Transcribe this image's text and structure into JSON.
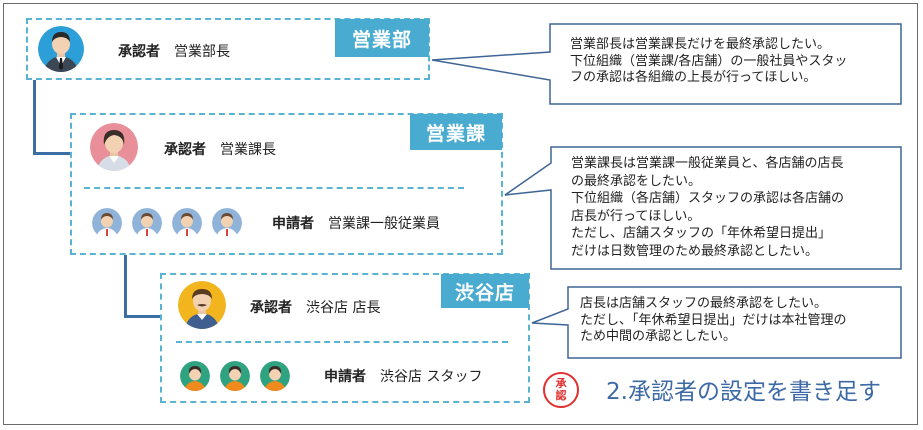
{
  "orgs": {
    "eigyobu": {
      "tag": "営業部",
      "approver_label": "承認者",
      "approver": "営業部長"
    },
    "eigyoka": {
      "tag": "営業課",
      "approver_label": "承認者",
      "approver": "営業課長",
      "applicant_label": "申請者",
      "applicant": "営業課一般従業員"
    },
    "shibuya": {
      "tag": "渋谷店",
      "approver_label": "承認者",
      "approver": "渋谷店 店長",
      "applicant_label": "申請者",
      "applicant": "渋谷店 スタッフ"
    }
  },
  "callouts": {
    "c1": [
      "営業部長は営業課長だけを最終承認したい。",
      "下位組織（営業課/各店舗）の一般社員やスタッ",
      "フの承認は各組織の上長が行ってほしい。"
    ],
    "c2": [
      "営業課長は営業課一般従業員と、各店舗の店長",
      "の最終承認をしたい。",
      "下位組織（各店舗）スタッフの承認は各店舗の",
      "店長が行ってほしい。",
      "ただし、店舗スタッフの「年休希望日提出」",
      "だけは日数管理のため最終承認としたい。"
    ],
    "c3": [
      "店長は店舗スタッフの最終承認をしたい。",
      "ただし、「年休希望日提出」だけは本社管理の",
      "ため中間の承認としたい。"
    ]
  },
  "stamp": [
    "承",
    "認"
  ],
  "caption": "2.承認者の設定を書き足す",
  "colors": {
    "tag_bg": "#4aabd0",
    "dashed_border": "#5bb3d3",
    "connector": "#3a6ea5",
    "callout_border": "#3f6596",
    "stamp": "#e03030",
    "caption": "#3d6aa6"
  },
  "icons": [
    "manager-avatar-icon",
    "female-manager-avatar-icon",
    "store-manager-avatar-icon",
    "employee-icon",
    "staff-icon"
  ]
}
